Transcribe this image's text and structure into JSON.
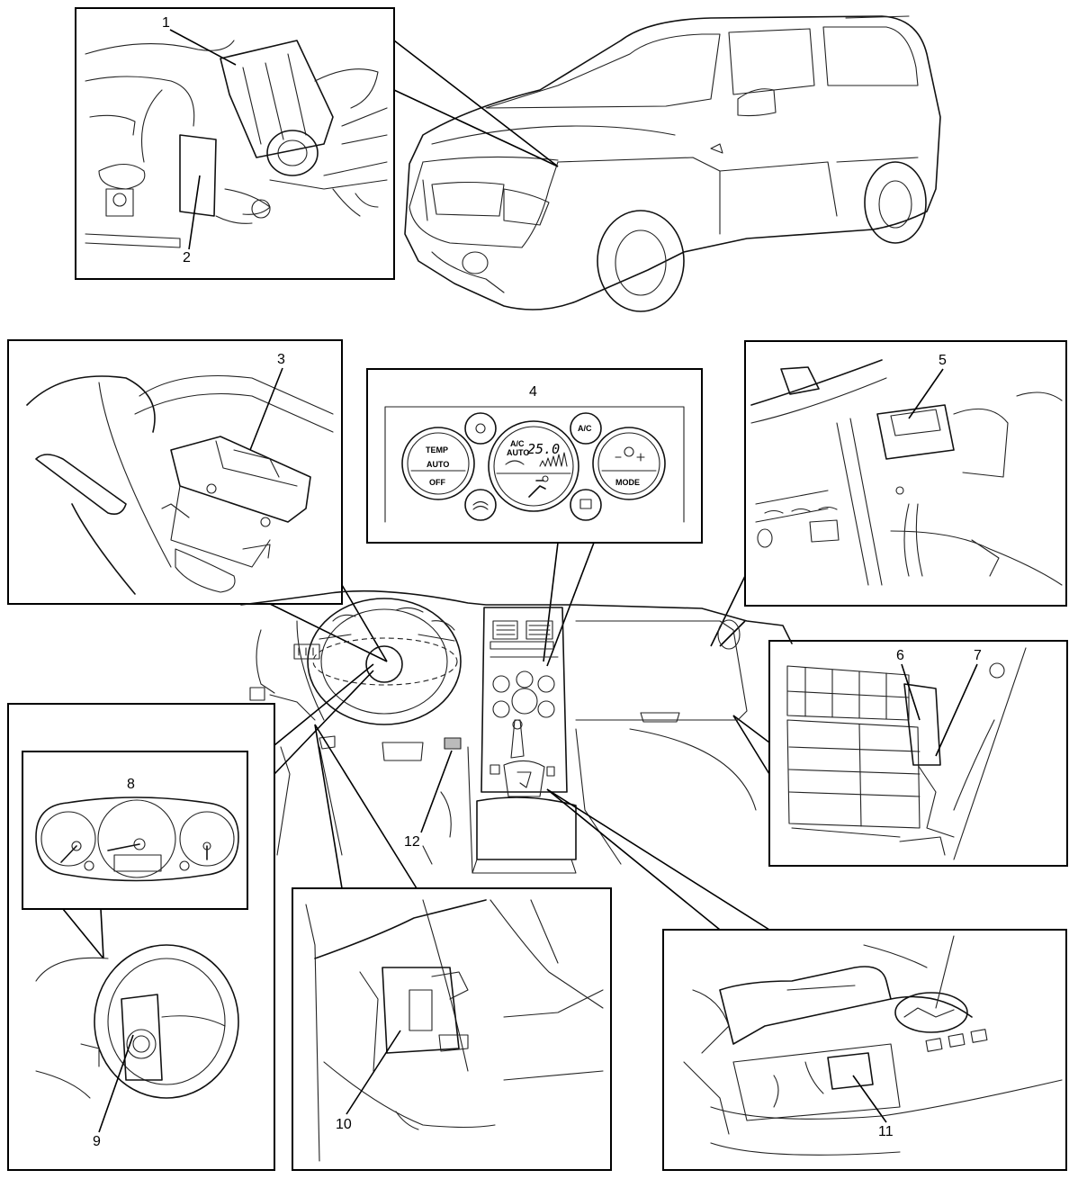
{
  "callouts": {
    "c1": "1",
    "c2": "2",
    "c3": "3",
    "c4": "4",
    "c5": "5",
    "c6": "6",
    "c7": "7",
    "c8": "8",
    "c9": "9",
    "c10": "10",
    "c11": "11",
    "c12": "12"
  },
  "hvac_panel": {
    "temp_label": "TEMP",
    "auto_label": "AUTO",
    "off_label": "OFF",
    "ac_button": "A/C",
    "display_ac": "A/C",
    "display_auto": "AUTO",
    "display_temp": "25.0",
    "mode_label": "MODE"
  },
  "icons": [
    "vehicle-illustration",
    "engine-bay-detail",
    "steering-column-detail",
    "hvac-control-panel",
    "instrument-cluster",
    "console-detail"
  ]
}
